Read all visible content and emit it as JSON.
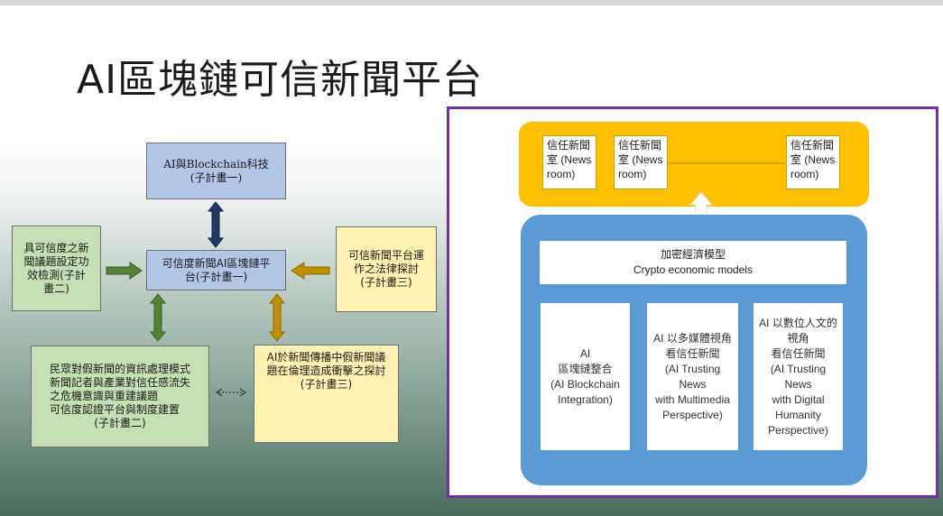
{
  "title": "AI區塊鏈可信新聞平台",
  "left_diagram": {
    "top_box": [
      "AI與Blockchain科技",
      "(子計畫一)"
    ],
    "center_box": [
      "可信度新聞AI區塊鏈平",
      "台(子計畫一)"
    ],
    "left_box": [
      "具可信度之新",
      "聞議題設定功",
      "效檢測(子計",
      "畫二)"
    ],
    "right_box": [
      "可信新聞平台運",
      "作之法律探討",
      "(子計畫三)"
    ],
    "bottom_left_box": [
      "民眾對假新聞的資訊處理模式",
      "新聞記者與產業對信任感流失",
      "之危機意識與重建議題",
      "可信度認證平台與制度建置",
      "(子計畫二)"
    ],
    "bottom_right_box": [
      "AI於新聞傳播中假新聞議",
      "題在倫理造成衝擊之探討",
      "(子計畫三)"
    ]
  },
  "right_diagram": {
    "rooms": [
      [
        "信任新聞",
        "室 (News",
        "room)"
      ],
      [
        "信任新聞",
        "室 (News",
        "room)"
      ],
      [
        "信任新聞",
        "室 (News",
        "room)"
      ]
    ],
    "crypto": [
      "加密經濟模型",
      "Crypto economic models"
    ],
    "cards": [
      [
        "AI",
        "區塊鏈整合",
        "(AI Blockchain",
        "Integration)"
      ],
      [
        "AI 以多媒體視角",
        "看信任新聞",
        "(AI Trusting News",
        "with Multimedia",
        "Perspective)"
      ],
      [
        "AI 以數位人文的視角",
        "看信任新聞",
        "(AI Trusting News",
        "with Digital",
        "Humanity",
        "Perspective)"
      ]
    ]
  },
  "colors": {
    "blue_box": "#b4c6e7",
    "green_box": "#c5e0b4",
    "yellow_box": "#fff2b2",
    "navy_arrow": "#1f3864",
    "green_arrow": "#548235",
    "gold_arrow": "#bf8f00",
    "panel_border": "#7030a0",
    "orange": "#ffc000",
    "blue_round": "#5b9bd5"
  }
}
